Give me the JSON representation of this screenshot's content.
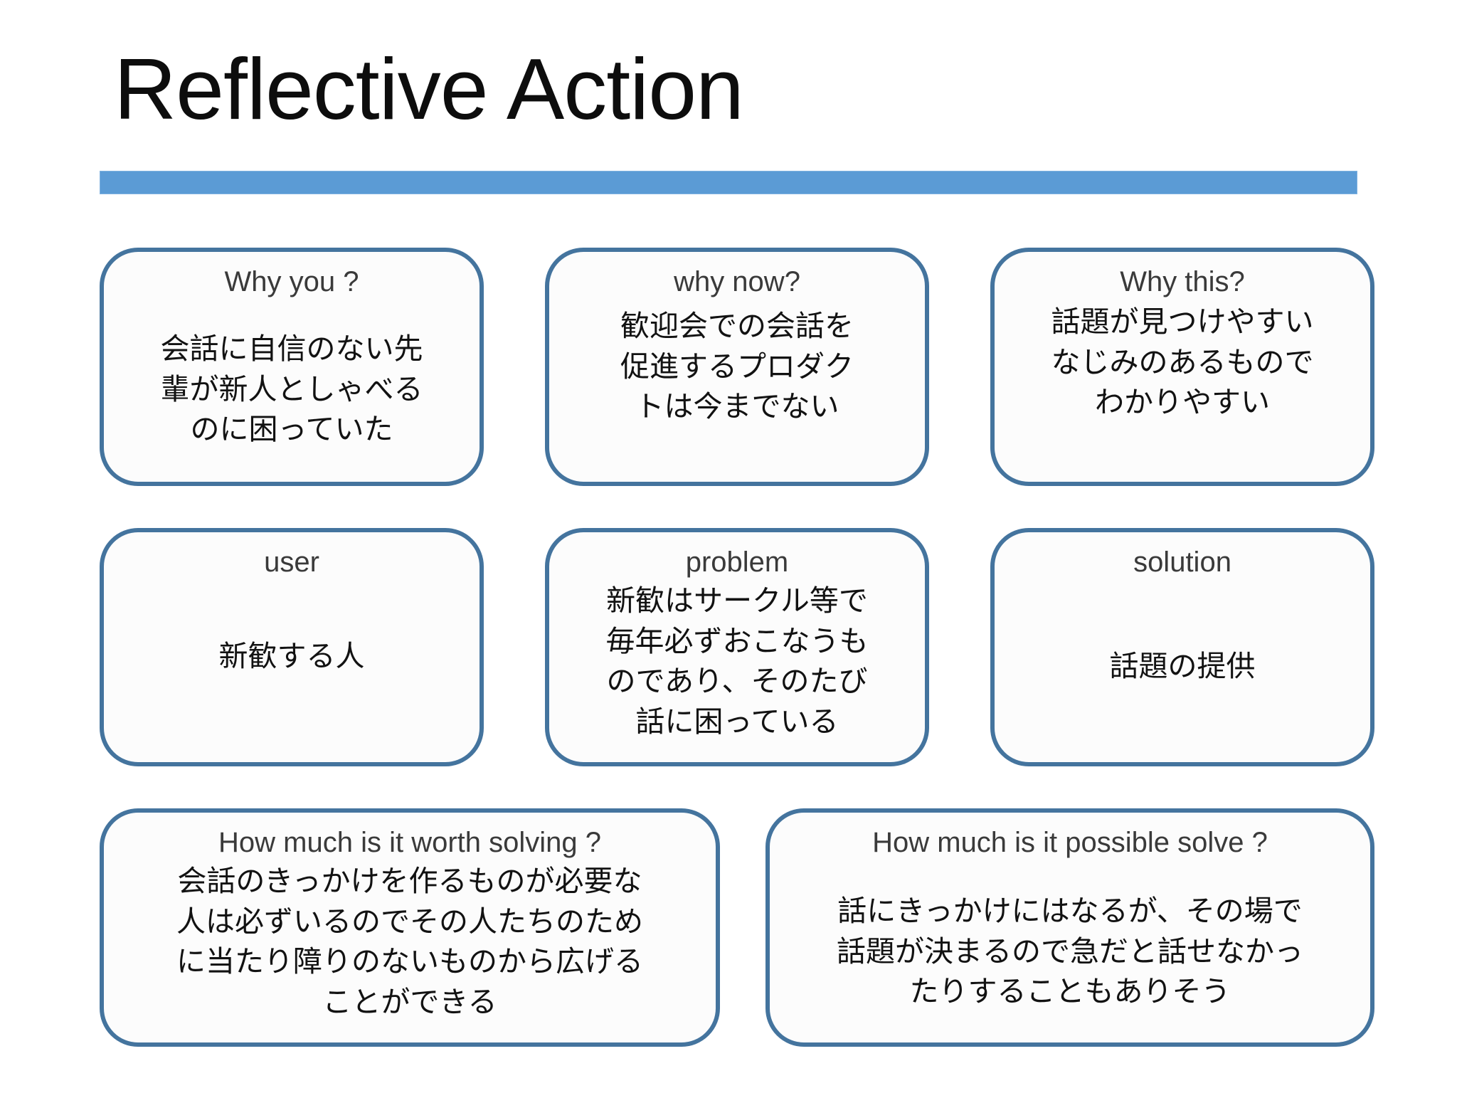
{
  "slide": {
    "title": "Reflective Action",
    "accent_bar_color": "#5B9BD5",
    "card_border_color": "#44749E",
    "card_background_color": "#FCFCFC"
  },
  "boxes": [
    {
      "id": "why-you",
      "heading": "Why you ?",
      "body": "会話に自信のない先\n輩が新人としゃべる\nのに困っていた"
    },
    {
      "id": "why-now",
      "heading": "why now?",
      "body": "歓迎会での会話を\n促進するプロダク\nトは今までない"
    },
    {
      "id": "why-this",
      "heading": "Why this?",
      "body": "話題が見つけやすい\nなじみのあるもので\nわかりやすい"
    },
    {
      "id": "user",
      "heading": "user",
      "body": "新歓する人"
    },
    {
      "id": "problem",
      "heading": "problem",
      "body": "新歓はサークル等で\n毎年必ずおこなうも\nのであり、そのたび\n話に困っている"
    },
    {
      "id": "solution",
      "heading": "solution",
      "body": "話題の提供"
    },
    {
      "id": "worth-solving",
      "heading": "How much is it worth solving ?",
      "body": "会話のきっかけを作るものが必要な\n人は必ずいるのでその人たちのため\nに当たり障りのないものから広げる\nことができる"
    },
    {
      "id": "possible-solve",
      "heading": "How much is it possible solve ?",
      "body": "話にきっかけにはなるが、その場で\n話題が決まるので急だと話せなかっ\nたりすることもありそう"
    }
  ]
}
